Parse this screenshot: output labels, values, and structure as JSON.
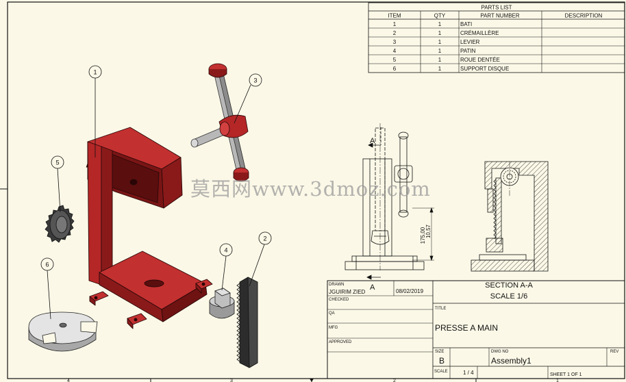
{
  "parts_list": {
    "title": "PARTS LIST",
    "headers": [
      "ITEM",
      "QTY",
      "PART NUMBER",
      "DESCRIPTION"
    ],
    "rows": [
      {
        "item": "1",
        "qty": "1",
        "part": "BATI",
        "desc": ""
      },
      {
        "item": "2",
        "qty": "1",
        "part": "CRÉMAILLÈRE",
        "desc": ""
      },
      {
        "item": "3",
        "qty": "1",
        "part": "LEVIER",
        "desc": ""
      },
      {
        "item": "4",
        "qty": "1",
        "part": "PATIN",
        "desc": ""
      },
      {
        "item": "5",
        "qty": "1",
        "part": "ROUE DENTÉE",
        "desc": ""
      },
      {
        "item": "6",
        "qty": "1",
        "part": "SUPPORT DISQUE",
        "desc": ""
      }
    ]
  },
  "balloons": [
    "1",
    "2",
    "3",
    "4",
    "5",
    "6"
  ],
  "section_mark": "A",
  "dimensions": {
    "d1": "175,00",
    "d2": "10,57"
  },
  "watermark": "莫西网www.3dmoz.com",
  "title_block": {
    "drawn_label": "DRAWN",
    "drawn_by": "JGUIRIM ZIED",
    "drawn_date": "08/02/2019",
    "checked_label": "CHECKED",
    "qa_label": "QA",
    "mfg_label": "MFG",
    "approved_label": "APPROVED",
    "view_title": "SECTION A-A",
    "view_scale": "SCALE 1/6",
    "title_label": "TITLE",
    "title": "PRESSE A MAIN",
    "size_label": "SIZE",
    "size": "B",
    "dwg_no_label": "DWG NO",
    "dwg_no": "Assembly1",
    "rev_label": "REV",
    "scale_label": "SCALE",
    "scale": "1 / 4",
    "sheet": "SHEET 1  OF 1"
  },
  "zones": [
    "4",
    "3",
    "2",
    "1"
  ],
  "colors": {
    "paper": "#fbf8e7",
    "part_red": "#b52626",
    "part_gray": "#d0d0d0",
    "line": "#111111"
  }
}
